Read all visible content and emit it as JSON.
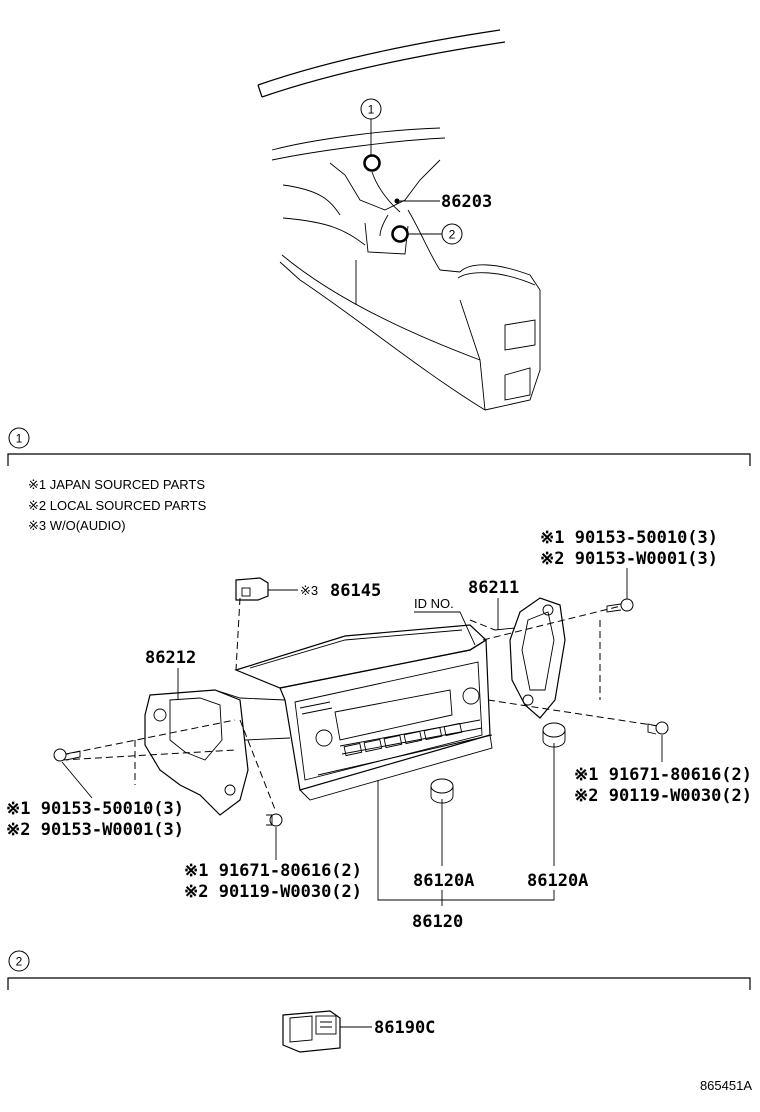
{
  "callouts": {
    "c1": "1",
    "c2": "2",
    "sec1": "1",
    "sec2": "2"
  },
  "overview": {
    "part_86203": "86203"
  },
  "legend": {
    "line1": "※1  JAPAN SOURCED PARTS",
    "line2": "※2  LOCAL SOURCED PARTS",
    "line3": "※3  W/O(AUDIO)"
  },
  "parts": {
    "p86145_mark": "※3",
    "p86145": "86145",
    "id_no": "ID NO.",
    "p86211": "86211",
    "p86212": "86212",
    "tr_bolt_1": "※1 90153-50010(3)",
    "tr_bolt_2": "※2 90153-W0001(3)",
    "r_screw_1": "※1  91671-80616(2)",
    "r_screw_2": "※2  90119-W0030(2)",
    "l_bolt_1": "※1 90153-50010(3)",
    "l_bolt_2": "※2 90153-W0001(3)",
    "c_screw_1": "※1  91671-80616(2)",
    "c_screw_2": "※2  90119-W0030(2)",
    "knob_a_left": "86120A",
    "knob_a_right": "86120A",
    "p86120": "86120",
    "p86190c": "86190C"
  },
  "figure_id": "865451A"
}
